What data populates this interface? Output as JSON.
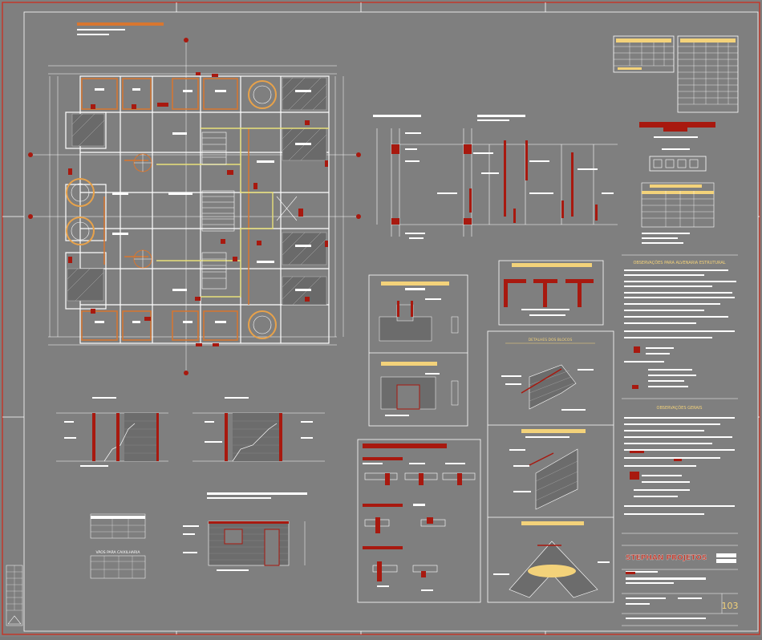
{
  "sheet": {
    "background": "#7f7f7f",
    "line_color": "#ffffff",
    "accent_red": "#a8190f",
    "accent_yellow": "#f3d27a",
    "accent_orange": "#d8762f"
  },
  "notes": {
    "structural_title": "OBSERVAÇÕES PARA ALVENARIA ESTRUTURAL",
    "general_title": "OBSERVAÇÕES GERAIS",
    "frames_title": "VÃOS PARA CAIXILHARIA"
  },
  "details": {
    "block_details_title": "DETALHES DOS BLOCOS"
  },
  "title_block": {
    "company": "STEPHAN PROJETOS",
    "sheet_number": "103"
  }
}
